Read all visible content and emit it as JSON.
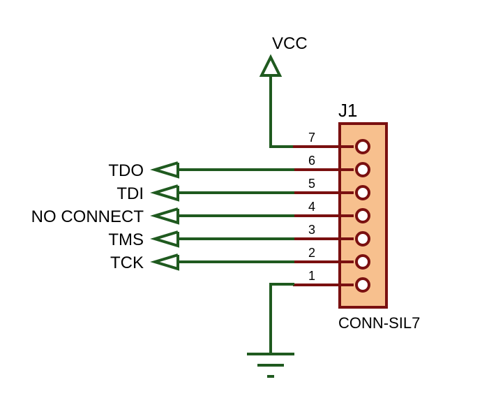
{
  "power": {
    "label": "VCC"
  },
  "connector": {
    "ref": "J1",
    "value": "CONN-SIL7",
    "pins": [
      {
        "number": "7",
        "net": "VCC"
      },
      {
        "number": "6",
        "net": "TDO"
      },
      {
        "number": "5",
        "net": "TDI"
      },
      {
        "number": "4",
        "net": "NO CONNECT"
      },
      {
        "number": "3",
        "net": "TMS"
      },
      {
        "number": "2",
        "net": "TCK"
      },
      {
        "number": "1",
        "net": "GND"
      }
    ]
  },
  "net_labels": [
    "TDO",
    "TDI",
    "NO CONNECT",
    "TMS",
    "TCK"
  ],
  "colors": {
    "wire": "#1f5a1f",
    "pin": "#7a1010",
    "connector_body": "#f7c08e"
  }
}
